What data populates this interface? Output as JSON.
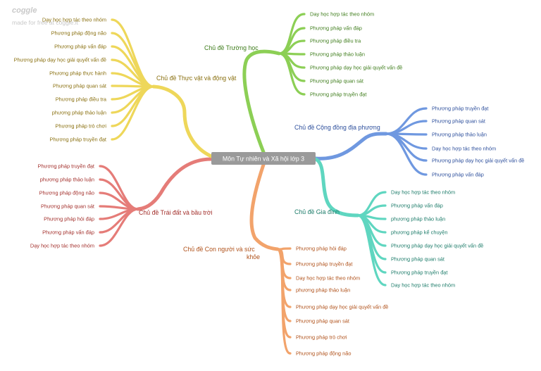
{
  "watermark": {
    "logo": "coggle",
    "subtitle": "made for free at coggle.it"
  },
  "central": {
    "label": "Môn Tự nhiên và Xã hội lớp 3"
  },
  "branches": [
    {
      "id": "truong-hoc",
      "label": "Chủ đề Trường học",
      "color": "#8ccf55",
      "text_color": "#3f7d1c",
      "leaves": [
        "Day học hợp tác theo nhóm",
        "Phương pháp vấn đáp",
        "Phương pháp điều tra",
        "Phương pháp thảo luận",
        "Phương pháp dạy học giải quyết vấn đề",
        "Phương pháp quan sát",
        "Phương pháp truyền đạt"
      ]
    },
    {
      "id": "cong-dong",
      "label": "Chủ đề Cộng đồng địa phương",
      "color": "#6f98e0",
      "text_color": "#2d4f9c",
      "leaves": [
        "Phương pháp truyền đạt",
        "Phương pháp quan sát",
        "Phương pháp thảo luận",
        "Day học hợp tác theo nhóm",
        "Phương pháp dạy học giải quyết vấn đề",
        "Phương pháp vấn đáp"
      ]
    },
    {
      "id": "gia-dinh",
      "label": "Chủ đề Gia đình",
      "color": "#5fd6c0",
      "text_color": "#1d7c6a",
      "leaves": [
        "Day học hợp tác theo nhóm",
        "Phương pháp vấn đáp",
        "phương pháp thảo luận",
        "phương pháp kể chuyện",
        "Phương pháp dạy học giải quyết vấn đề",
        "Phương pháp quan sát",
        "Phương pháp truyền đạt",
        "Day học hợp tác theo nhóm"
      ]
    },
    {
      "id": "con-nguoi",
      "label": "Chủ đề Con người và sức khỏe",
      "label_lines": [
        "Chủ đề Con người và sức",
        "khỏe"
      ],
      "color": "#f2a36b",
      "text_color": "#b0521b",
      "leaves": [
        "Phương pháp hỏi đáp",
        "Phương pháp truyền đạt",
        "Day học hợp tác theo nhóm",
        "phương pháp thảo luận",
        "Phương pháp dạy học giải quyết vấn đề",
        "Phương pháp quan sát",
        "Phương pháp trò chơi",
        "Phương pháp động não"
      ]
    },
    {
      "id": "trai-dat",
      "label": "Chủ đề Trái đất và bầu trời",
      "color": "#e57c78",
      "text_color": "#a3302c",
      "leaves": [
        "Phương pháp truyền đạt",
        "phương pháp thảo luận",
        "Phương pháp động não",
        "Phương pháp quan sát",
        "Phương pháp hỏi đáp",
        "Phương pháp vấn đáp",
        "Dạy học hợp tác theo nhóm"
      ]
    },
    {
      "id": "thuc-vat",
      "label": "Chủ đề Thực vật và động vật",
      "color": "#eed75a",
      "text_color": "#8a7010",
      "leaves": [
        "Dạy học hợp tác theo nhóm",
        "Phương pháp động não",
        "Phương pháp vấn đáp",
        "Phương pháp dạy học giải quyết vấn đề",
        "Phương pháp thực hành",
        "Phương pháp quan sát",
        "Phương pháp điều tra",
        "phương pháp thảo luận",
        "Phương pháp trò chơi",
        "Phương pháp truyền đạt"
      ]
    }
  ]
}
